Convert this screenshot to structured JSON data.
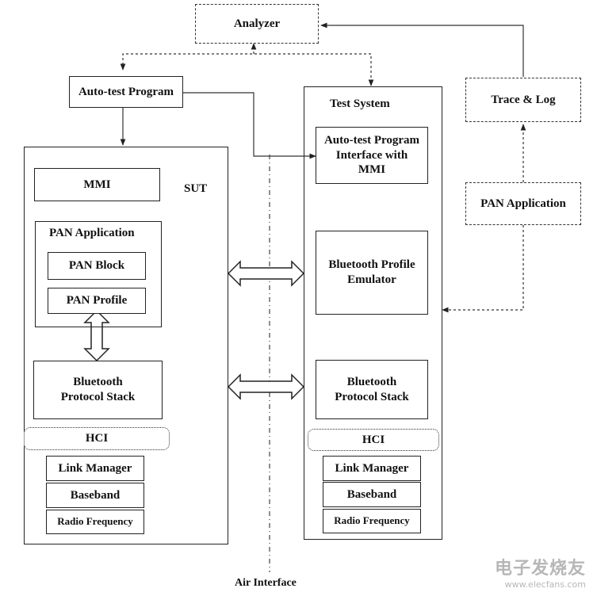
{
  "analyzer": "Analyzer",
  "auto_test_program": "Auto-test Program",
  "test_system": {
    "title": "Test System",
    "interface_box": "Auto-test Program\nInterface with\nMMI",
    "profile_emulator": "Bluetooth Profile\nEmulator",
    "protocol_stack": "Bluetooth\nProtocol Stack",
    "hci": "HCI",
    "link_manager": "Link Manager",
    "baseband": "Baseband",
    "radio_frequency": "Radio Frequency"
  },
  "sut": {
    "title": "SUT",
    "mmi": "MMI",
    "pan_application": "PAN Application",
    "pan_block": "PAN Block",
    "pan_profile": "PAN Profile",
    "protocol_stack": "Bluetooth\nProtocol Stack",
    "hci": "HCI",
    "link_manager": "Link Manager",
    "baseband": "Baseband",
    "radio_frequency": "Radio Frequency"
  },
  "trace_log": "Trace & Log",
  "pan_application_right": "PAN Application",
  "air_interface": "Air Interface",
  "watermark": {
    "title": "电子发烧友",
    "url": "www.elecfans.com"
  }
}
